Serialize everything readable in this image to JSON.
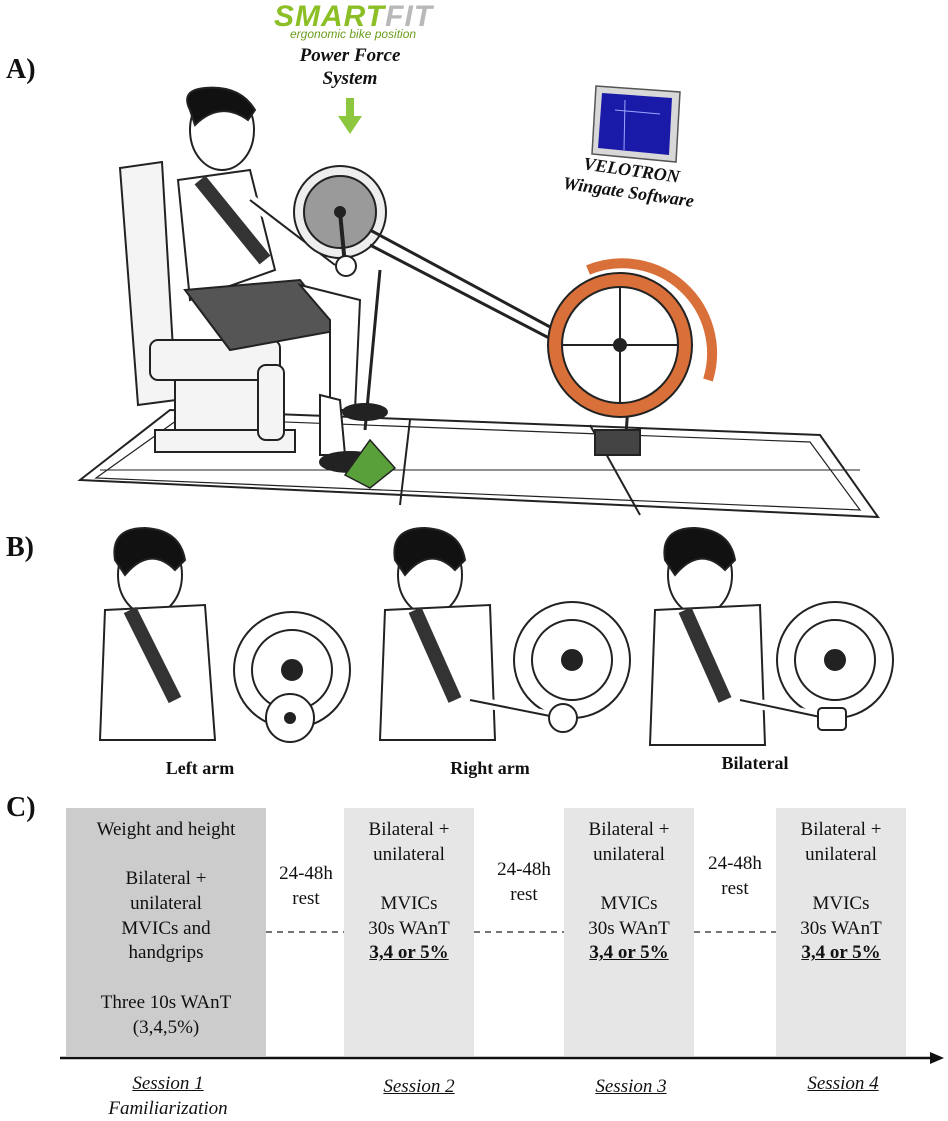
{
  "panels": {
    "a": "A)",
    "b": "B)",
    "c": "C)"
  },
  "brand": {
    "smart": "SMART",
    "fit": "FIT",
    "tagline": "ergonomic bike position"
  },
  "labels": {
    "power_force": [
      "Power Force",
      "System"
    ],
    "velotron": [
      "VELOTRON",
      "Wingate Software"
    ]
  },
  "captions": [
    "Left arm",
    "Right arm",
    "Bilateral"
  ],
  "sessions": [
    {
      "lines": [
        "Weight and height",
        "",
        "Bilateral +",
        "unilateral",
        "MVICs and",
        "handgrips",
        "",
        "Three 10s WAnT",
        "(3,4,5%)"
      ],
      "emphasis": "",
      "label": "Session 1",
      "sublabel": "Familiarization"
    },
    {
      "lines": [
        "Bilateral +",
        "unilateral",
        "",
        "MVICs",
        "30s WAnT"
      ],
      "emphasis": "3,4 or 5%",
      "label": "Session 2",
      "sublabel": ""
    },
    {
      "lines": [
        "Bilateral +",
        "unilateral",
        "",
        "MVICs",
        "30s WAnT"
      ],
      "emphasis": "3,4 or 5%",
      "label": "Session 3",
      "sublabel": ""
    },
    {
      "lines": [
        "Bilateral +",
        "unilateral",
        "",
        "MVICs",
        "30s WAnT"
      ],
      "emphasis": "3,4 or 5%",
      "label": "Session 4",
      "sublabel": ""
    }
  ],
  "rests": [
    [
      "24-48h",
      "rest"
    ],
    [
      "24-48h",
      "rest"
    ],
    [
      "24-48h",
      "rest"
    ]
  ],
  "colors": {
    "brand_green": "#8cbf26",
    "arrow_green": "#8dc63f",
    "flywheel_orange": "#d9703a",
    "monitor_blue": "#1a1aa8"
  }
}
